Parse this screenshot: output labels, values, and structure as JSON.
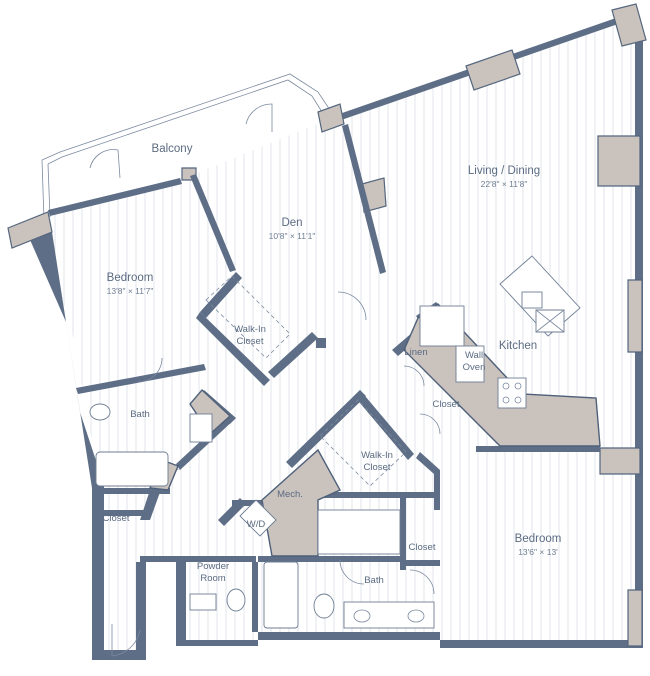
{
  "plan": {
    "rooms": {
      "balcony": {
        "name": "Balcony"
      },
      "den": {
        "name": "Den",
        "dims": "10'8\" × 11'1\""
      },
      "living_dining": {
        "name": "Living / Dining",
        "dims": "22'8\" × 11'8\""
      },
      "bedroom1": {
        "name": "Bedroom",
        "dims": "13'8\" × 11'7\""
      },
      "walkin1": {
        "line1": "Walk-In",
        "line2": "Closet"
      },
      "kitchen": {
        "name": "Kitchen"
      },
      "linen": {
        "name": "Linen"
      },
      "wall_oven": {
        "line1": "Wall",
        "line2": "Oven"
      },
      "bath1": {
        "name": "Bath"
      },
      "closet_hall": {
        "name": "Closet"
      },
      "walkin2": {
        "line1": "Walk-In",
        "line2": "Closet"
      },
      "mech": {
        "name": "Mech."
      },
      "wd": {
        "name": "W/D"
      },
      "closet_entry": {
        "name": "Closet"
      },
      "bedroom2": {
        "name": "Bedroom",
        "dims": "13'6\" × 13'"
      },
      "closet_bed2": {
        "name": "Closet"
      },
      "powder": {
        "line1": "Powder",
        "line2": "Room"
      },
      "bath2": {
        "name": "Bath"
      }
    }
  }
}
